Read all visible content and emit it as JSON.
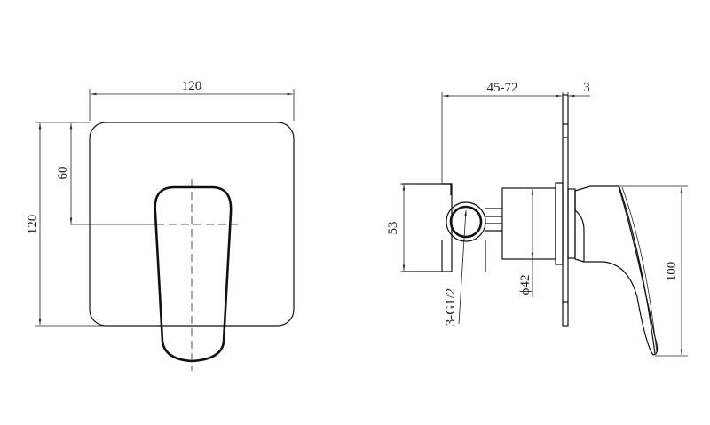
{
  "drawing": {
    "type": "technical-drawing",
    "subject": "concealed single-lever shower mixer",
    "front_view": {
      "width_label": "120",
      "height_label": "120",
      "center_height_label": "60"
    },
    "side_view": {
      "depth_label": "45-72",
      "plate_thickness_label": "3",
      "body_height_label": "53",
      "connection_label": "3-G1/2",
      "cartridge_diameter_label": "ϕ42",
      "lever_height_label": "100"
    },
    "line_color": "#111111",
    "background": "#ffffff"
  }
}
